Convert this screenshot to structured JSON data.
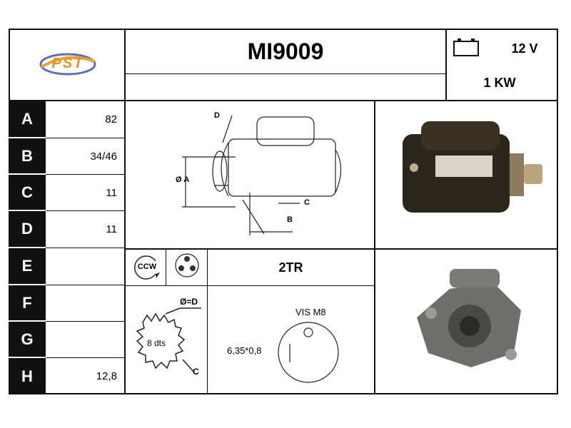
{
  "header": {
    "logo_text": "PST",
    "part_number": "MI9009",
    "voltage": "12 V",
    "power": "1 KW"
  },
  "specs": [
    {
      "letter": "A",
      "value": "82"
    },
    {
      "letter": "B",
      "value": "34/46"
    },
    {
      "letter": "C",
      "value": "11"
    },
    {
      "letter": "D",
      "value": "11"
    },
    {
      "letter": "E",
      "value": ""
    },
    {
      "letter": "F",
      "value": ""
    },
    {
      "letter": "G",
      "value": ""
    },
    {
      "letter": "H",
      "value": "12,8"
    }
  ],
  "diagram_labels": {
    "d": "D",
    "a": "Ø A",
    "c": "C",
    "b": "B"
  },
  "rotation": {
    "ccw": "CCW",
    "code": "2TR"
  },
  "pinion": {
    "teeth": "8 dts",
    "diameter": "Ø=D",
    "c_label": "C"
  },
  "mount": {
    "screw": "VIS M8",
    "dimension": "6,35*0,8"
  },
  "icons": {
    "battery": "battery-icon",
    "logo": "pst-logo"
  }
}
